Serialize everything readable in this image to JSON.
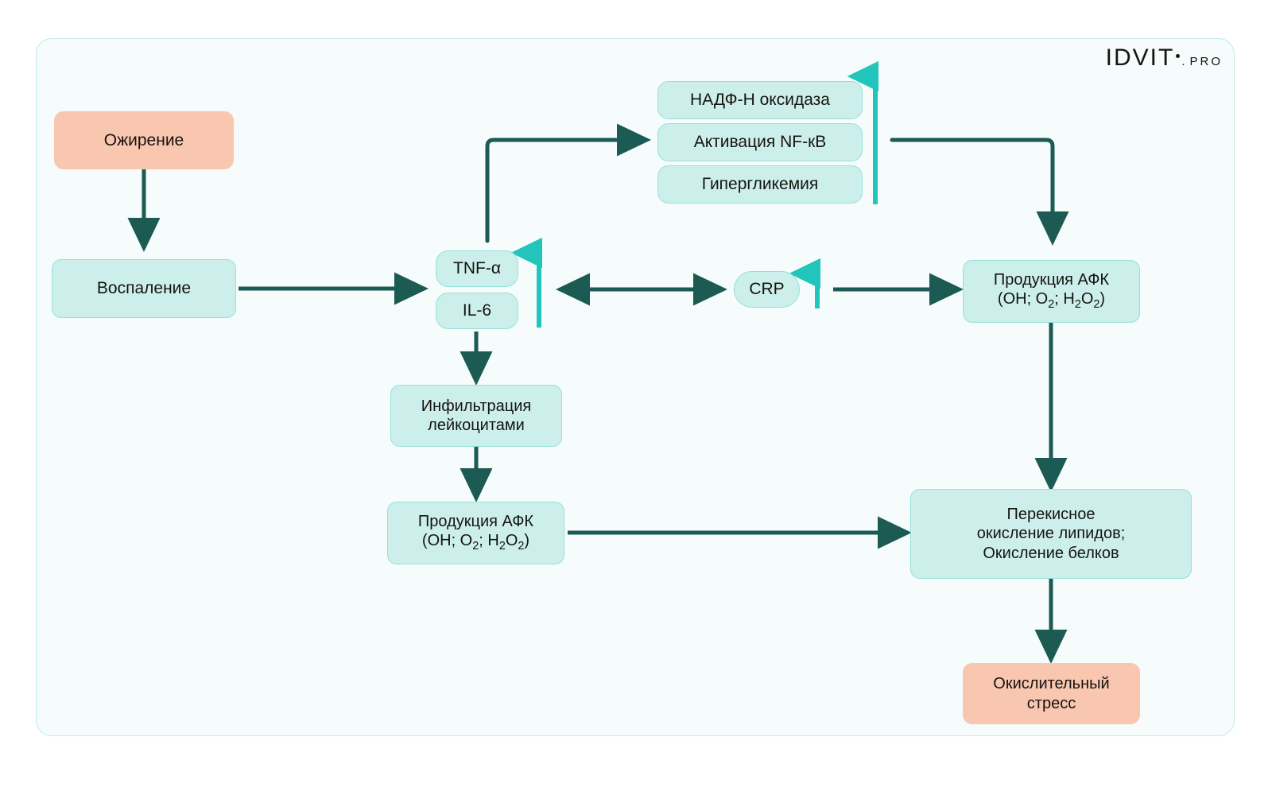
{
  "brand": {
    "name_main": "IDVIT",
    "name_suffix": "PRO",
    "separator_icon": "dot-check-icon"
  },
  "colors": {
    "panel_bg": "#f5fcfb",
    "panel_border": "#bfeae6",
    "node_cyan_fill": "#cdefec",
    "node_cyan_border": "#96e0da",
    "node_salmon_fill": "#f9c6b0",
    "arrow_dark": "#1c5a54",
    "arrow_accent": "#22c5bc",
    "text": "#15140f"
  },
  "nodes": {
    "obesity": "Ожирение",
    "inflammation": "Воспаление",
    "tnf": "TNF-α",
    "il6": "IL-6",
    "nadph": "НАДФ-Н оксидаза",
    "nfkb": "Активация NF-кВ",
    "hyperglycemia": "Гипергликемия",
    "crp": "CRP",
    "ros_right_line1": "Продукция АФК",
    "ros_right_line2": "(OH; O2; H2O2)",
    "leukocyte_line1": "Инфильтрация",
    "leukocyte_line2": "лейкоцитами",
    "ros_mid_line1": "Продукция АФК",
    "ros_mid_line2": "(OH; O2; H2O2)",
    "peroxidation_line1": "Перекисное",
    "peroxidation_line2": "окисление липидов;",
    "peroxidation_line3": "Окисление белков",
    "oxidative_line1": "Окислительный",
    "oxidative_line2": "стресс"
  },
  "edges": [
    {
      "name": "obesity-to-inflammation",
      "type": "arrow-down"
    },
    {
      "name": "inflammation-to-cytokines",
      "type": "arrow-right"
    },
    {
      "name": "cytokines-to-nfkb",
      "type": "elbow-up-right"
    },
    {
      "name": "cytokines-to-crp",
      "type": "arrow-double"
    },
    {
      "name": "crp-to-ros-right",
      "type": "arrow-right"
    },
    {
      "name": "nfkb-to-ros-right",
      "type": "elbow-right-down"
    },
    {
      "name": "cytokines-to-leukocyte",
      "type": "arrow-down"
    },
    {
      "name": "leukocyte-to-ros-mid",
      "type": "arrow-down"
    },
    {
      "name": "ros-mid-to-peroxidation",
      "type": "arrow-right"
    },
    {
      "name": "ros-right-to-peroxidation",
      "type": "arrow-down"
    },
    {
      "name": "peroxidation-to-oxidative",
      "type": "arrow-down"
    }
  ],
  "up_arrows": [
    {
      "name": "up-arrow-cytokines"
    },
    {
      "name": "up-arrow-nfkb-cluster"
    },
    {
      "name": "up-arrow-crp"
    }
  ]
}
